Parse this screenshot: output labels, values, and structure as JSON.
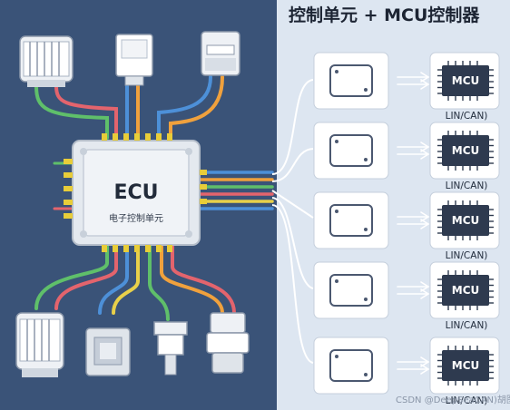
{
  "header": {
    "title": "控制单元 + MCU控制器"
  },
  "ecu": {
    "title": "ECU",
    "subtitle": "电子控制单元"
  },
  "mcu_units": [
    {
      "chip_label": "MCU",
      "bus_label": "LIN/CAN)"
    },
    {
      "chip_label": "MCU",
      "bus_label": "LIN/CAN)"
    },
    {
      "chip_label": "MCU",
      "bus_label": "LIN/CAN)"
    },
    {
      "chip_label": "MCU",
      "bus_label": "LIN/CAN)"
    },
    {
      "chip_label": "MCU",
      "bus_label": "LIN/CAN)"
    }
  ],
  "watermark": {
    "text": "CSDN @DeepSeaCAN)胡图"
  },
  "colors": {
    "left_background": "#3a5378",
    "right_background": "#dde6f1",
    "wire_green": "#5fbf6a",
    "wire_red": "#e3646d",
    "wire_blue": "#4d90d8",
    "wire_orange": "#f0a13d",
    "wire_yellow": "#e8d04a",
    "connector_pin": "#f1d03c"
  }
}
